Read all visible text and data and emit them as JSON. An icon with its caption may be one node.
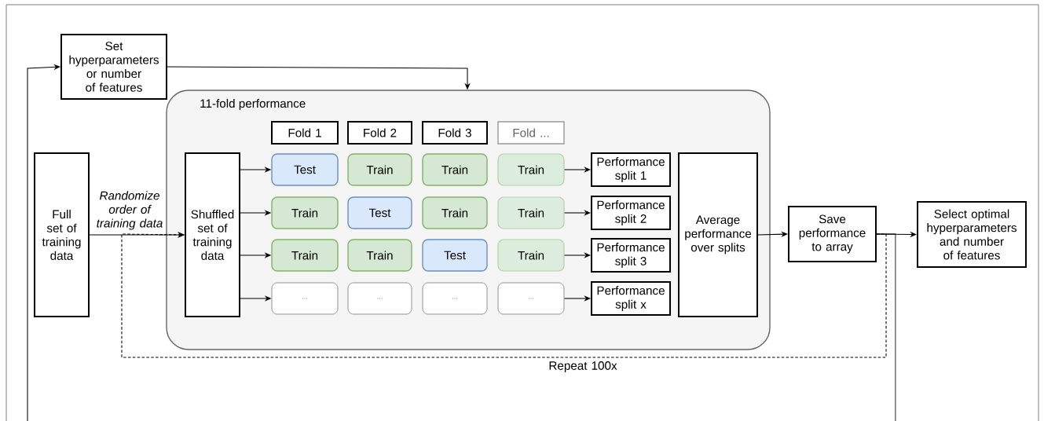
{
  "diagram": {
    "nodes": [
      {
        "text": [
          "Set hyperparameters or number of features"
        ]
      },
      {
        "text": [
          "11-fold performance"
        ]
      },
      {
        "text": [
          "Fold 1"
        ],
        "in": 1
      },
      {
        "text": [
          "Fold 2"
        ],
        "in": 1
      },
      {
        "text": [
          "Fold 3"
        ],
        "in": 1
      },
      {
        "text": [
          "Fold ..."
        ],
        "in": 1
      },
      {
        "text": [
          "Full set of training data"
        ]
      },
      {
        "text": [
          "Shuffled set of training data"
        ],
        "in": 1
      },
      {
        "text": [
          "Test"
        ],
        "in": 1
      },
      {
        "text": [
          "Train"
        ],
        "in": 1
      },
      {
        "text": [
          "Train"
        ],
        "in": 1
      },
      {
        "text": [
          "Train"
        ],
        "in": 1
      },
      {
        "text": [
          "Performance split 1"
        ],
        "in": 1
      },
      {
        "text": [
          "Train"
        ],
        "in": 1
      },
      {
        "text": [
          "Test"
        ],
        "in": 1
      },
      {
        "text": [
          "Train"
        ],
        "in": 1
      },
      {
        "text": [
          "Train"
        ],
        "in": 1
      },
      {
        "text": [
          "Performance split 2"
        ],
        "in": 1
      },
      {
        "text": [
          "Train"
        ],
        "in": 1
      },
      {
        "text": [
          "Train"
        ],
        "in": 1
      },
      {
        "text": [
          "Test"
        ],
        "in": 1
      },
      {
        "text": [
          "Train"
        ],
        "in": 1
      },
      {
        "text": [
          "Performance split 3"
        ],
        "in": 1
      },
      {
        "text": [
          "..."
        ],
        "in": 1
      },
      {
        "text": [
          "..."
        ],
        "in": 1
      },
      {
        "text": [
          "..."
        ],
        "in": 1
      },
      {
        "text": [
          "..."
        ],
        "in": 1
      },
      {
        "text": [
          "Performance split x"
        ],
        "in": 1
      },
      {
        "text": [
          "Average performance over splits"
        ],
        "in": 1
      },
      {
        "text": [
          "Save performance to array"
        ]
      },
      {
        "text": [
          "Select optimal hyperparameters and number of features"
        ]
      }
    ],
    "edges": [
      {
        "from": 6,
        "to": 7,
        "arrow": "to",
        "label": "Randomize order of training data"
      },
      {
        "from": 0,
        "to": 1,
        "arrow": "to"
      },
      {
        "from": 7,
        "to": 8,
        "arrow": "to"
      },
      {
        "from": 7,
        "to": 13,
        "arrow": "to"
      },
      {
        "from": 7,
        "to": 18,
        "arrow": "to"
      },
      {
        "from": 7,
        "to": 23,
        "arrow": "to"
      },
      {
        "from": 11,
        "to": 12,
        "arrow": "to"
      },
      {
        "from": 16,
        "to": 17,
        "arrow": "to"
      },
      {
        "from": 21,
        "to": 22,
        "arrow": "to"
      },
      {
        "from": 26,
        "to": 27,
        "arrow": "to"
      },
      {
        "from": 28,
        "to": 29,
        "arrow": "to"
      },
      {
        "from": 29,
        "to": 30,
        "arrow": "to"
      },
      {
        "from": 29,
        "to": 7,
        "arrow": "to",
        "style": "dashed",
        "label": "Repeat 100x"
      },
      {
        "from": 29,
        "to": null,
        "arrow": "none"
      },
      {
        "from": null,
        "to": 0,
        "arrow": "to"
      }
    ]
  }
}
